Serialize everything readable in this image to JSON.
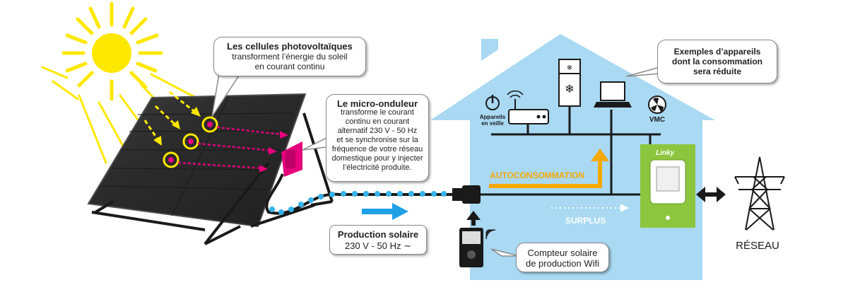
{
  "callouts": {
    "cells": {
      "title": "Les cellules photovoltaïques",
      "line1": "transforment l’énergie du soleil",
      "line2": "en courant continu"
    },
    "inverter": {
      "title": "Le micro-onduleur",
      "line1": "transforme le courant",
      "line2": "continu en courant",
      "line3": "alternatif 230 V - 50 Hz",
      "line4": "et se synchronise sur la",
      "line5": "fréquence de votre réseau",
      "line6": "domestique pour y injecter",
      "line7": "l’électricité produite."
    },
    "appliances": {
      "line1": "Exemples d’appareils",
      "line2": "dont la consommation",
      "line3": "sera réduite"
    },
    "meter": {
      "line1": "Compteur solaire",
      "line2": "de production Wifi"
    },
    "production": {
      "title": "Production solaire",
      "value": "230 V - 50 Hz ∼"
    }
  },
  "labels": {
    "standby": "Appareils",
    "standby2": "en veille",
    "vmc": "VMC",
    "autoconsommation": "AUTOCONSOMMATION",
    "surplus": "SURPLUS",
    "linky": "Linky",
    "reseau": "RÉSEAU"
  },
  "colors": {
    "house": "#a9d9f3",
    "sun": "#ffe800",
    "magenta": "#e6007e",
    "arrow_blue": "#1ea0e6",
    "orange": "#f5a800",
    "linky_green": "#8cc63f",
    "dark": "#1a1a1a"
  }
}
